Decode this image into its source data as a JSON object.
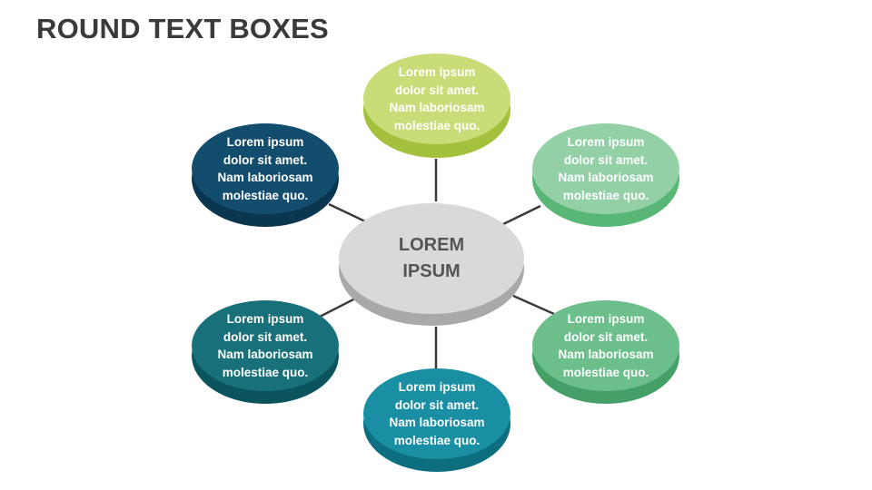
{
  "title": "ROUND TEXT BOXES",
  "center": {
    "line1": "LOREM",
    "line2": "IPSUM",
    "color": "#d9d9d9",
    "shade": "#a9a9a9"
  },
  "nodes": [
    {
      "id": "top",
      "lines": [
        "Lorem ipsum",
        "dolor sit amet.",
        "Nam laboriosam",
        "molestiae quo."
      ],
      "color": "#c8dc78",
      "shade": "#a3c13c"
    },
    {
      "id": "top-right",
      "lines": [
        "Lorem ipsum",
        "dolor sit amet.",
        "Nam laboriosam",
        "molestiae quo."
      ],
      "color": "#93d0a6",
      "shade": "#58b777"
    },
    {
      "id": "bottom-right",
      "lines": [
        "Lorem ipsum",
        "dolor sit amet.",
        "Nam laboriosam",
        "molestiae quo."
      ],
      "color": "#6cbf8a",
      "shade": "#44a066"
    },
    {
      "id": "bottom",
      "lines": [
        "Lorem ipsum",
        "dolor sit amet.",
        "Nam laboriosam",
        "molestiae quo."
      ],
      "color": "#1a8fa3",
      "shade": "#0d6e80"
    },
    {
      "id": "bottom-left",
      "lines": [
        "Lorem ipsum",
        "dolor sit amet.",
        "Nam laboriosam",
        "molestiae quo."
      ],
      "color": "#17707a",
      "shade": "#0c545d"
    },
    {
      "id": "top-left",
      "lines": [
        "Lorem ipsum",
        "dolor sit amet.",
        "Nam laboriosam",
        "molestiae quo."
      ],
      "color": "#134d6e",
      "shade": "#0b3650"
    }
  ],
  "connector_color": "#3a3a3a"
}
